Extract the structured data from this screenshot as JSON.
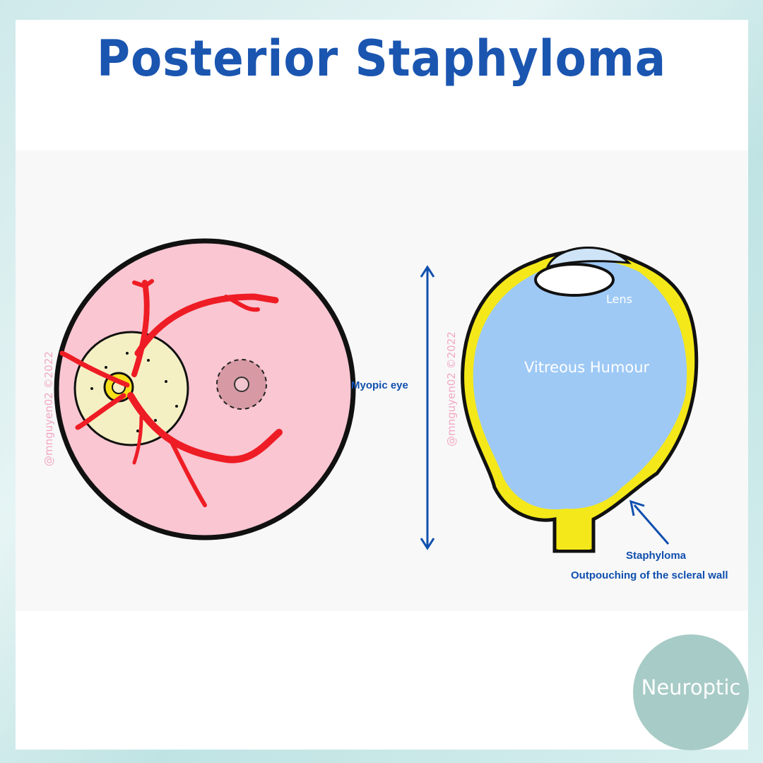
{
  "title": "Posterior Staphyloma",
  "labels": {
    "myopic_eye": "Myopic eye",
    "staphyloma": "Staphyloma",
    "outpouching": "Outpouching of the scleral wall",
    "lens": "Lens",
    "vitreous": "Vitreous Humour"
  },
  "watermarks": [
    "@mnguyen02 ©2022",
    "@mnguyen02 ©2022"
  ],
  "logo": "Neuroptic",
  "colors": {
    "title": "#1a55b0",
    "fundus": "#f9c6d2",
    "vessel": "#ee1c24",
    "optic_disc": "#f5f0c4",
    "vitreous": "#9ec9f5",
    "sclera": "#f4e81a",
    "arrow": "#0f4fae",
    "logo_bg": "#a7cbc6"
  }
}
